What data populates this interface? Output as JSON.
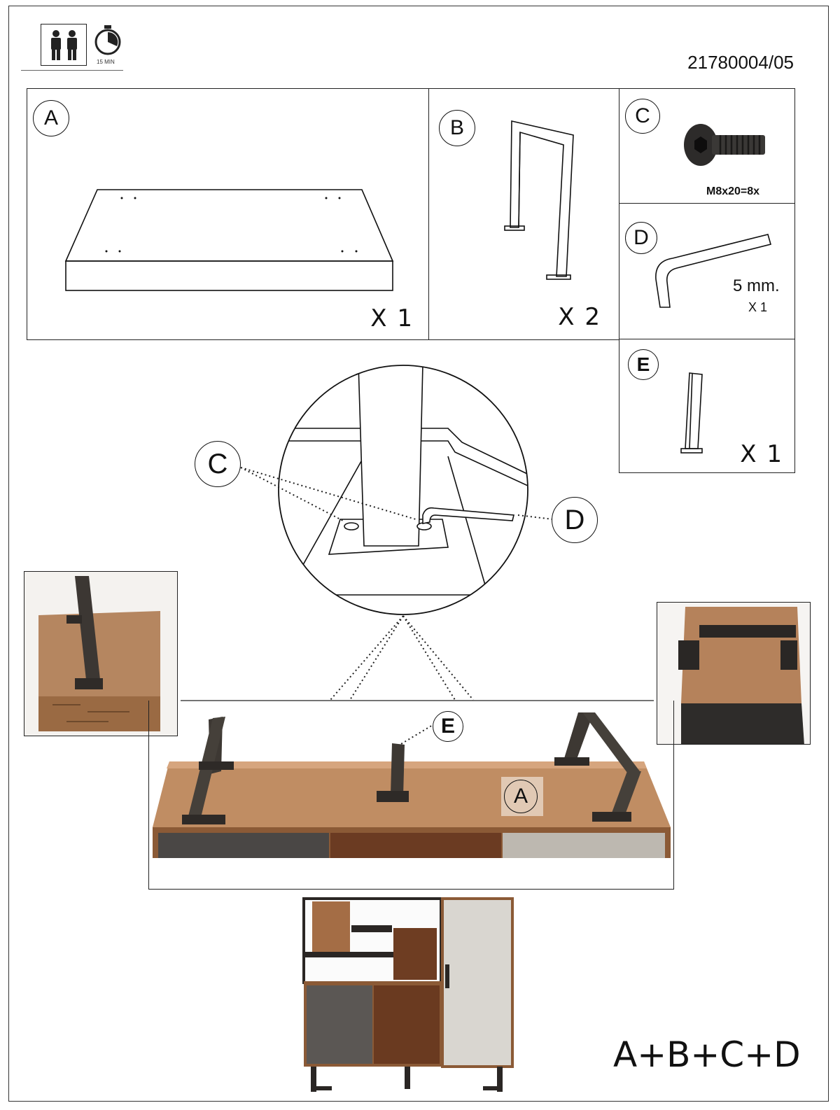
{
  "header": {
    "persons_icon": "two-persons-icon",
    "timer_icon": "stopwatch-icon",
    "time_label": "15 MIN",
    "doc_number": "21780004/05"
  },
  "parts": {
    "A": {
      "letter": "A",
      "qty": "X 1"
    },
    "B": {
      "letter": "B",
      "qty": "X 2"
    },
    "C": {
      "letter": "C",
      "spec": "M8x20=8x"
    },
    "D": {
      "letter": "D",
      "size": "5 mm.",
      "qty": "X 1"
    },
    "E": {
      "letter": "E",
      "qty": "X 1"
    }
  },
  "callouts": {
    "detail_C": "C",
    "detail_D": "D",
    "photo_E": "E",
    "photo_A": "A"
  },
  "formula": "A+B+C+D",
  "colors": {
    "wood": "#b07a4e",
    "metal": "#3a3632",
    "line": "#111111"
  }
}
